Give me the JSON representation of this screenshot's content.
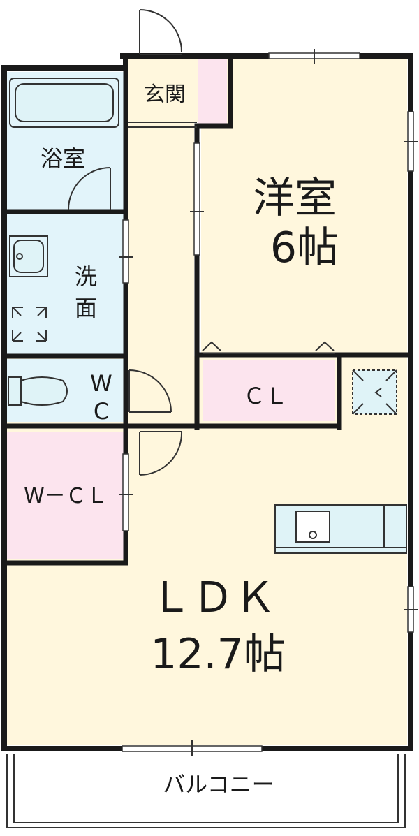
{
  "colors": {
    "wall": "#1a1a1a",
    "floor_cream": "#fff7dd",
    "wet_blue": "#e2f4fa",
    "closet_pink": "#fce4ee",
    "line": "#333333",
    "fixture_fill": "#dff3f7"
  },
  "rooms": {
    "genkan": {
      "label": "玄関"
    },
    "bath": {
      "label": "浴室"
    },
    "washroom": {
      "label_line1": "洗",
      "label_line2": "面"
    },
    "wc": {
      "label_line1": "W",
      "label_line2": "C"
    },
    "wcl": {
      "label": "W－ＣＬ"
    },
    "yoshitsu": {
      "label": "洋室",
      "size": "6帖"
    },
    "cl": {
      "label": "ＣＬ"
    },
    "ldk": {
      "label": "ＬＤＫ",
      "size": "12.7帖"
    },
    "balcony": {
      "label": "バルコニー"
    }
  },
  "icons": {
    "bathtub": "bathtub-icon",
    "sink": "sink-icon",
    "washer": "washing-machine-pan-icon",
    "toilet": "toilet-icon",
    "fridge": "refrigerator-space-icon",
    "kitchen": "kitchen-counter-icon"
  }
}
